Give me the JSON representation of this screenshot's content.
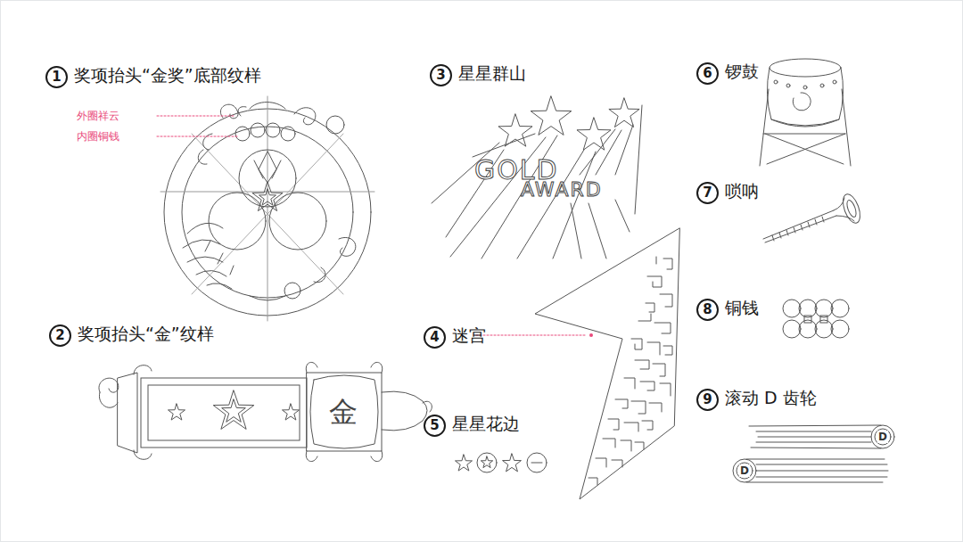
{
  "diagram": {
    "labels": [
      "1",
      "奖项抬头“金奖”底部纹样",
      "外圈祥云",
      "内圈铜钱",
      "2",
      "奖项抬头“金”纹样",
      "3",
      "星星群山",
      "GOLD",
      "AWARD",
      "4",
      "迷宫",
      "5",
      "星星花边",
      "6",
      "锣鼓",
      "7",
      "唢呐",
      "8",
      "铜钱",
      "9",
      "滚动 D 齿轮",
      "金",
      "D",
      "D"
    ]
  }
}
